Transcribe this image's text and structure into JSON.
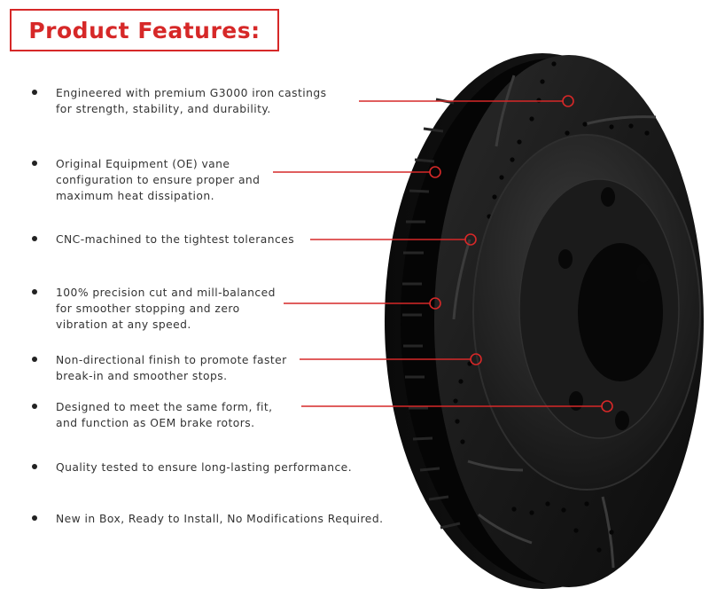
{
  "header": {
    "title": "Product Features:",
    "accent_color": "#d62828"
  },
  "features": [
    {
      "text": "Engineered with premium G3000 iron castings\nfor strength, stability, and durability."
    },
    {
      "text": "Original Equipment (OE) vane\nconfiguration to ensure proper and\nmaximum heat dissipation."
    },
    {
      "text": "CNC-machined to the tightest tolerances"
    },
    {
      "text": "100% precision cut and mill-balanced\nfor smoother stopping and zero\nvibration at any speed."
    },
    {
      "text": "Non-directional finish to promote faster\nbreak-in and smoother stops."
    },
    {
      "text": "Designed to meet the same form, fit,\nand function as OEM brake rotors."
    },
    {
      "text": "Quality tested to ensure long-lasting performance."
    },
    {
      "text": "New in Box, Ready to Install, No Modifications Required."
    }
  ],
  "image": {
    "subject": "black-drilled-slotted-brake-rotor",
    "callout_color": "#d62828"
  }
}
